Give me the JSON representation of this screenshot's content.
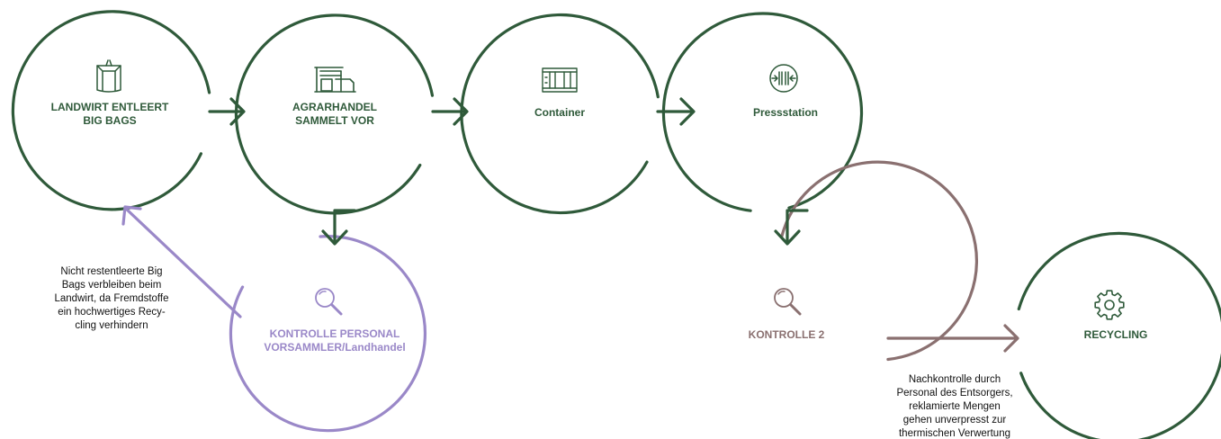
{
  "colors": {
    "primary": "#2f5a3a",
    "control_purple": "#9a88c8",
    "control_mauve": "#8a7070",
    "icon_green": "#2f5a3a"
  },
  "nodes": {
    "landwirt": {
      "line1": "LANDWIRT ENTLEERT",
      "line2": "BIG BAGS",
      "icon": "big-bag-icon"
    },
    "agrarhandel": {
      "line1": "AGRARHANDEL",
      "line2": "SAMMELT VOR",
      "icon": "warehouse-icon"
    },
    "container": {
      "line1": "Container",
      "icon": "container-icon"
    },
    "pressstation": {
      "line1": "Pressstation",
      "icon": "press-icon"
    },
    "kontrolle_personal": {
      "line1": "KONTROLLE PERSONAL",
      "line2": "VORSAMMLER/Landhandel",
      "icon": "magnifier-icon"
    },
    "kontrolle2": {
      "line1": "KONTROLLE 2",
      "icon": "magnifier-icon"
    },
    "recycling": {
      "line1": "RECYCLING",
      "icon": "gear-icon"
    }
  },
  "notes": {
    "landwirt_note": [
      "Nicht restentleerte Big",
      "Bags verbleiben beim",
      "Landwirt, da Fremdstoffe",
      "ein hochwertiges Recy-",
      "cling verhindern"
    ],
    "entsorger_note": [
      "Nachkontrolle durch",
      "Personal des Entsorgers,",
      "reklamierte Mengen",
      "gehen unverpresst zur",
      "thermischen Verwertung"
    ]
  }
}
